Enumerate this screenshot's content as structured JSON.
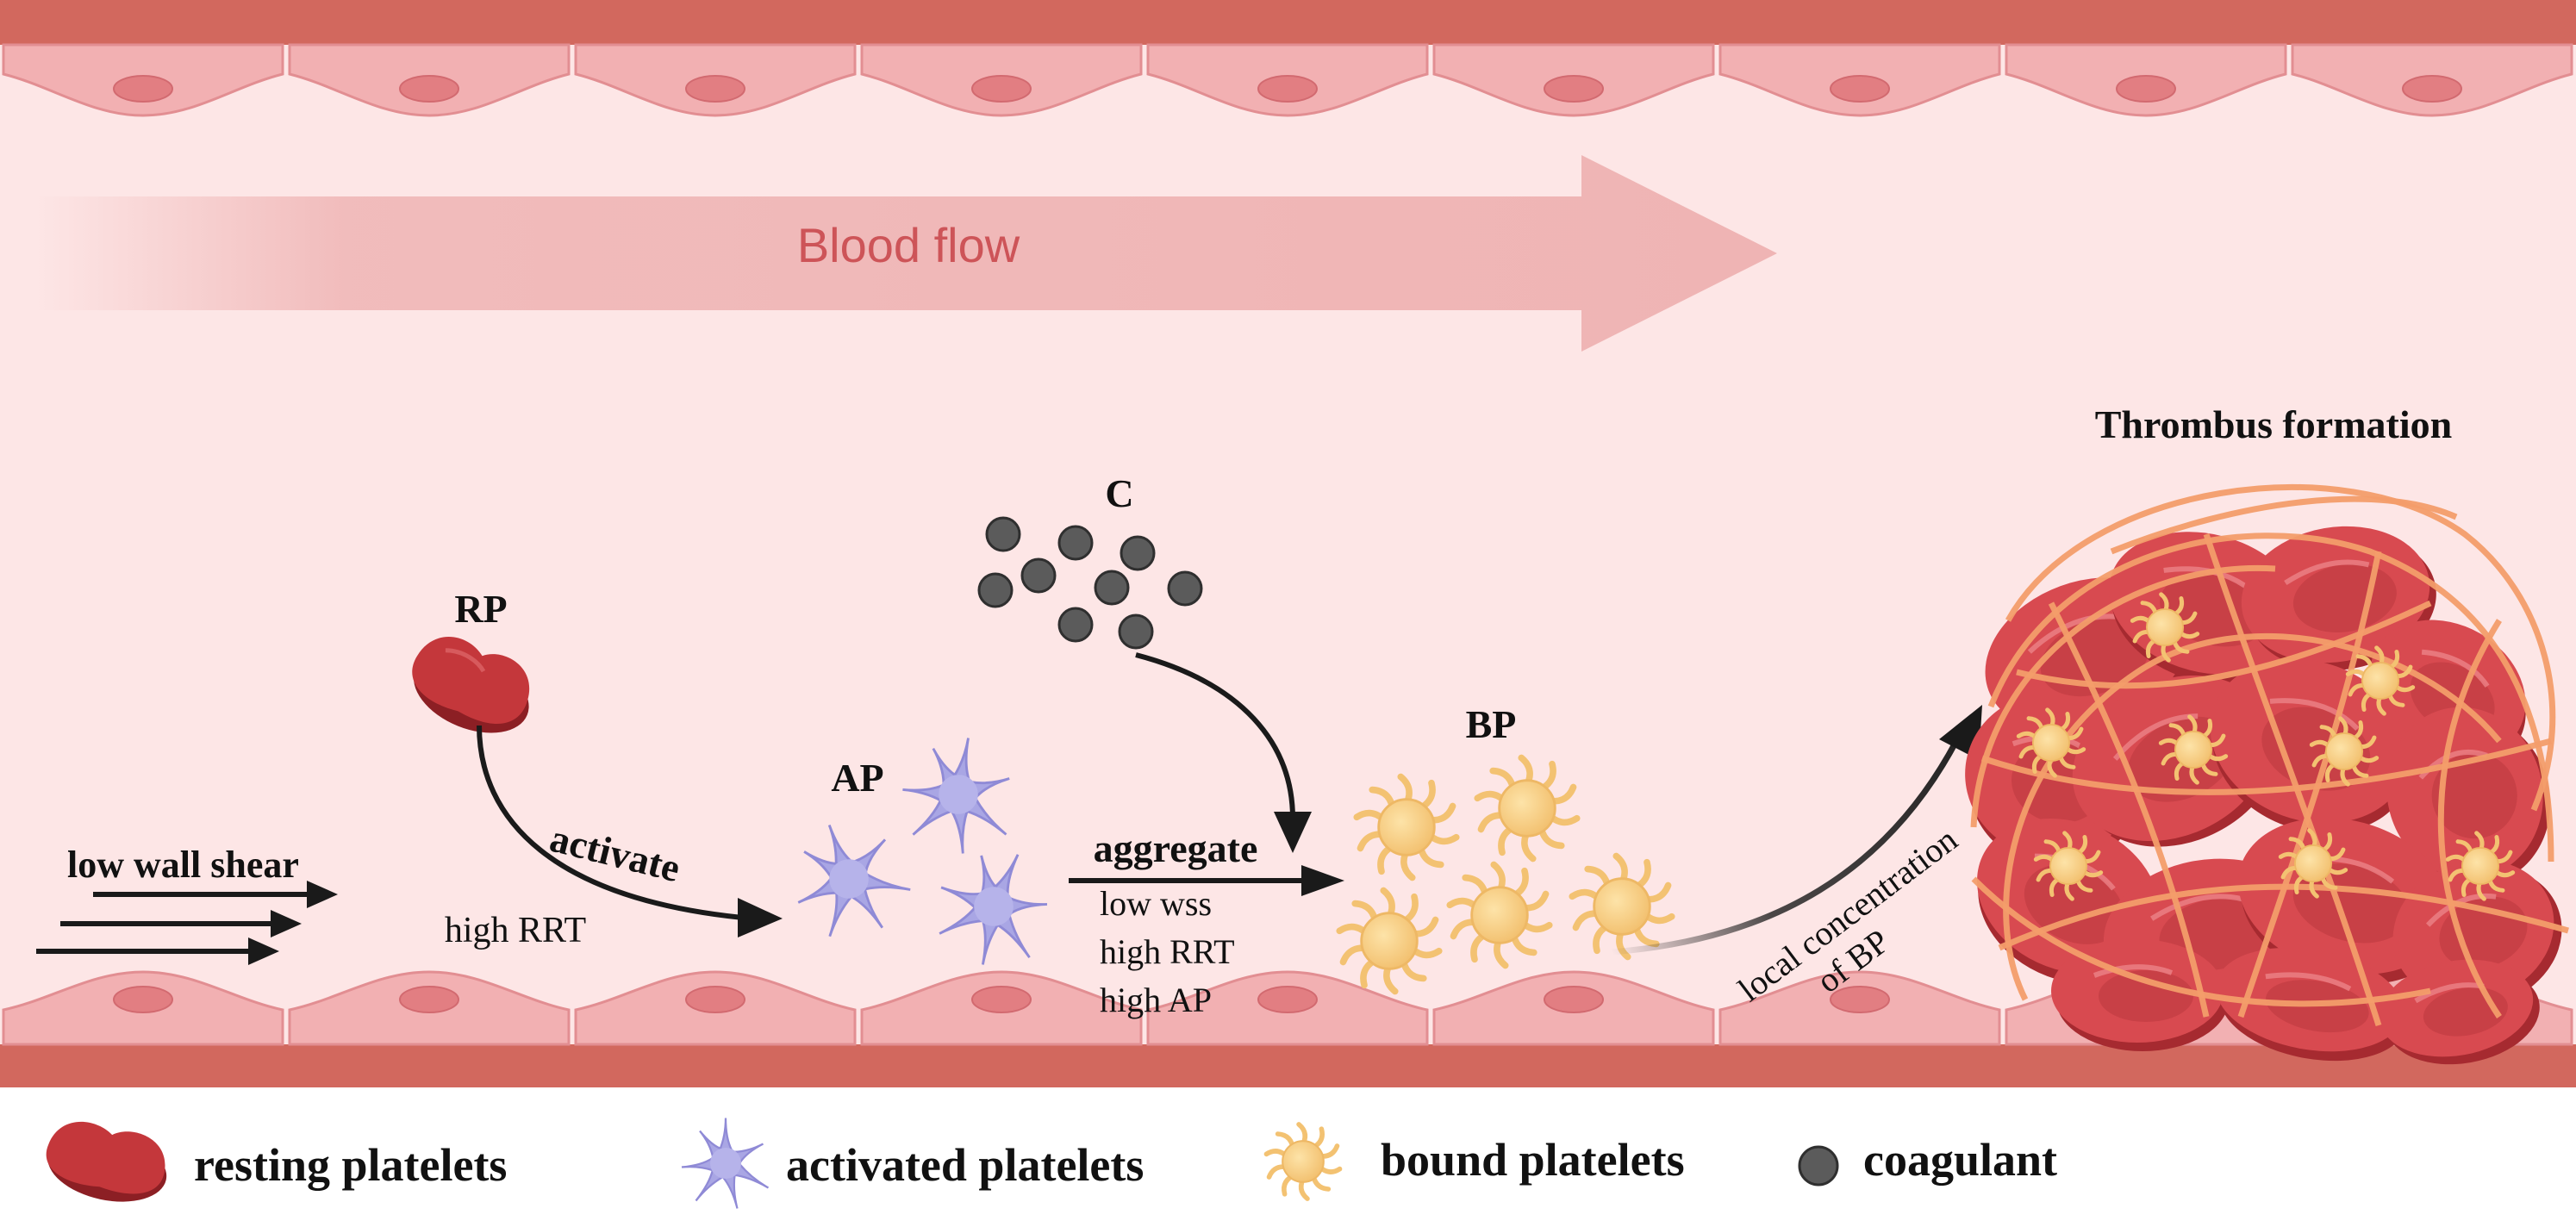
{
  "colors": {
    "vessel_wall": "#d2685e",
    "lumen": "#fde6e6",
    "endothelial_cell": "#f2b0b2",
    "endothelial_nucleus": "#e27e82",
    "flow_arrow": "#efb4b4",
    "flow_text": "#cd5458",
    "resting_platelet": "#c4373b",
    "activated_platelet": "#a9a6e4",
    "bound_platelet": "#f7c978",
    "coagulant": "#5b5b5b",
    "fibrin": "#f39d6a",
    "red_blood_cell": "#d84a50"
  },
  "flow": {
    "label": "Blood flow"
  },
  "shear": {
    "label": "low wall shear"
  },
  "rp": {
    "label": "RP"
  },
  "activate": {
    "label": "activate",
    "condition": "high RRT"
  },
  "ap": {
    "label": "AP"
  },
  "coag": {
    "label": "C"
  },
  "aggregate": {
    "label": "aggregate",
    "conditions": [
      "low wss",
      "high RRT",
      "high AP"
    ]
  },
  "bp": {
    "label": "BP"
  },
  "local": {
    "line1": "local concentration",
    "line2": "of BP"
  },
  "thrombus": {
    "label": "Thrombus formation"
  },
  "legend": {
    "items": [
      {
        "icon": "resting-platelet-icon",
        "label": "resting platelets"
      },
      {
        "icon": "activated-platelet-icon",
        "label": "activated platelets"
      },
      {
        "icon": "bound-platelet-icon",
        "label": "bound platelets"
      },
      {
        "icon": "coagulant-icon",
        "label": "coagulant"
      }
    ]
  }
}
